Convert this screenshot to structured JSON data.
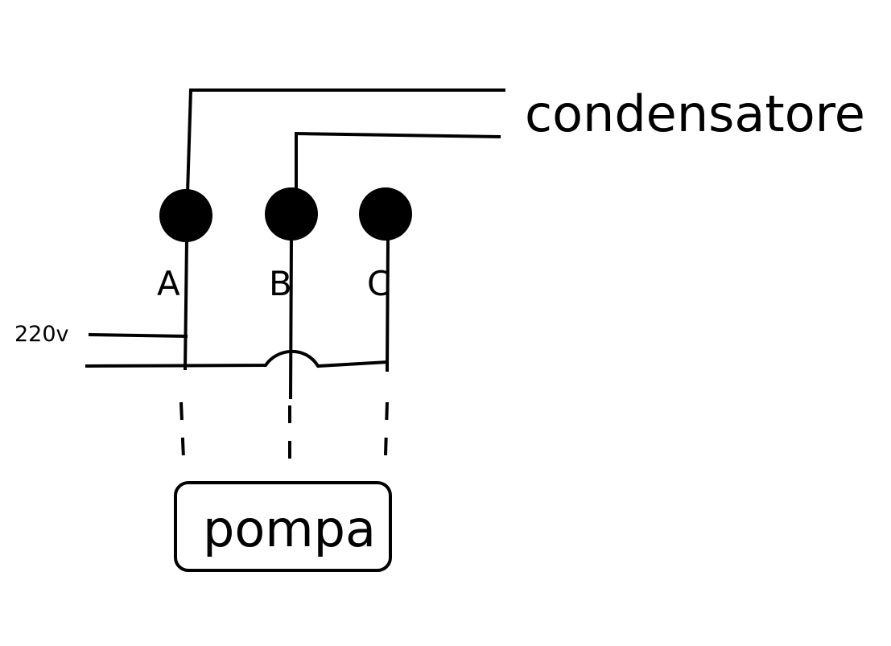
{
  "labels": {
    "capacitor": "condensatore",
    "pump": "pompa",
    "supply": "220v",
    "terminal_a": "A",
    "terminal_b": "B",
    "terminal_c": "C"
  },
  "colors": {
    "ink": "#000000",
    "background": "#ffffff"
  }
}
